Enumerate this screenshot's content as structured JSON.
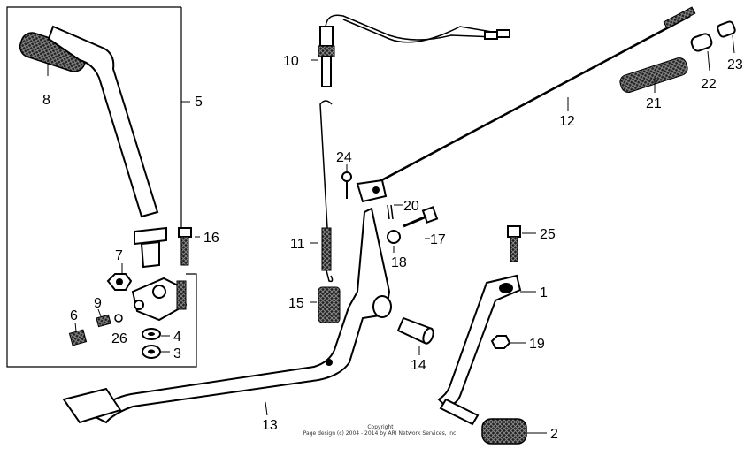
{
  "callouts": {
    "c1": "1",
    "c2": "2",
    "c3": "3",
    "c4": "4",
    "c5": "5",
    "c6": "6",
    "c7": "7",
    "c8": "8",
    "c9": "9",
    "c10": "10",
    "c11": "11",
    "c12": "12",
    "c13": "13",
    "c14": "14",
    "c15": "15",
    "c16": "16",
    "c17": "17",
    "c18": "18",
    "c19": "19",
    "c20": "20",
    "c21": "21",
    "c22": "22",
    "c23": "23",
    "c24": "24",
    "c25": "25",
    "c26": "26"
  },
  "copyright": {
    "line1": "Copyright",
    "line2": "Page design (c) 2004 - 2014 by ARI Network Services, Inc."
  }
}
